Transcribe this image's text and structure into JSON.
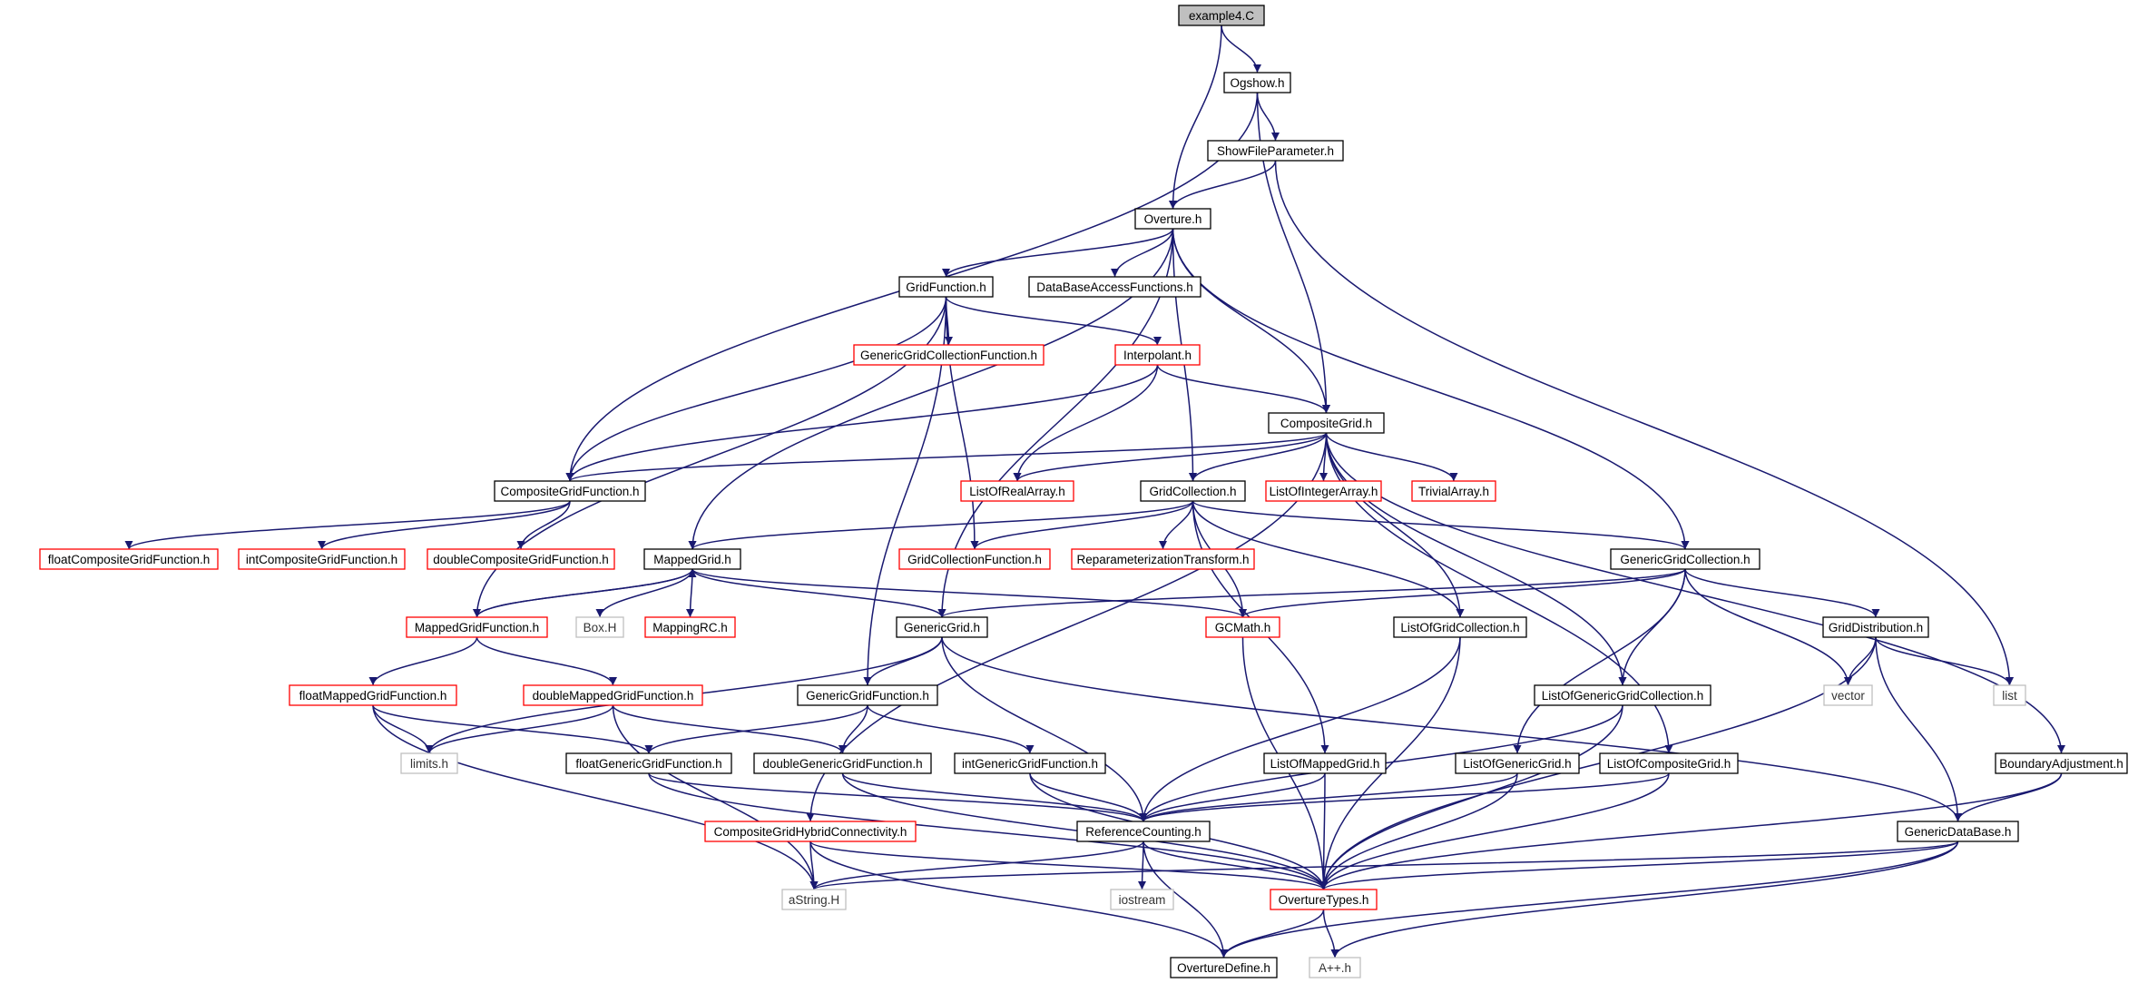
{
  "colors": {
    "edge": "#191970",
    "border_normal": "#000000",
    "border_incomplete": "#ff0000",
    "border_external": "#bfbfbf",
    "root_fill": "#bfbfbf",
    "fill": "#ffffff"
  },
  "nodes": [
    {
      "id": "example4C",
      "label": "example4.C",
      "kind": "root"
    },
    {
      "id": "Ogshow",
      "label": "Ogshow.h",
      "kind": "normal"
    },
    {
      "id": "ShowFileParameter",
      "label": "ShowFileParameter.h",
      "kind": "normal"
    },
    {
      "id": "Overture",
      "label": "Overture.h",
      "kind": "normal"
    },
    {
      "id": "GridFunction",
      "label": "GridFunction.h",
      "kind": "normal"
    },
    {
      "id": "DataBaseAccessFunctions",
      "label": "DataBaseAccessFunctions.h",
      "kind": "normal"
    },
    {
      "id": "GenericGridCollectionFunction",
      "label": "GenericGridCollectionFunction.h",
      "kind": "incomplete"
    },
    {
      "id": "Interpolant",
      "label": "Interpolant.h",
      "kind": "incomplete"
    },
    {
      "id": "CompositeGrid",
      "label": "CompositeGrid.h",
      "kind": "normal"
    },
    {
      "id": "CompositeGridFunction",
      "label": "CompositeGridFunction.h",
      "kind": "normal"
    },
    {
      "id": "ListOfRealArray",
      "label": "ListOfRealArray.h",
      "kind": "incomplete"
    },
    {
      "id": "GridCollection",
      "label": "GridCollection.h",
      "kind": "normal"
    },
    {
      "id": "ListOfIntegerArray",
      "label": "ListOfIntegerArray.h",
      "kind": "incomplete"
    },
    {
      "id": "TrivialArray",
      "label": "TrivialArray.h",
      "kind": "incomplete"
    },
    {
      "id": "floatCompositeGridFunction",
      "label": "floatCompositeGridFunction.h",
      "kind": "incomplete"
    },
    {
      "id": "intCompositeGridFunction",
      "label": "intCompositeGridFunction.h",
      "kind": "incomplete"
    },
    {
      "id": "doubleCompositeGridFunction",
      "label": "doubleCompositeGridFunction.h",
      "kind": "incomplete"
    },
    {
      "id": "MappedGrid",
      "label": "MappedGrid.h",
      "kind": "normal"
    },
    {
      "id": "GridCollectionFunction",
      "label": "GridCollectionFunction.h",
      "kind": "incomplete"
    },
    {
      "id": "ReparameterizationTransform",
      "label": "ReparameterizationTransform.h",
      "kind": "incomplete"
    },
    {
      "id": "GenericGridCollection",
      "label": "GenericGridCollection.h",
      "kind": "normal"
    },
    {
      "id": "MappedGridFunction",
      "label": "MappedGridFunction.h",
      "kind": "incomplete"
    },
    {
      "id": "BoxH",
      "label": "Box.H",
      "kind": "external"
    },
    {
      "id": "MappingRC",
      "label": "MappingRC.h",
      "kind": "incomplete"
    },
    {
      "id": "GenericGrid",
      "label": "GenericGrid.h",
      "kind": "normal"
    },
    {
      "id": "GCMath",
      "label": "GCMath.h",
      "kind": "incomplete"
    },
    {
      "id": "ListOfGridCollection",
      "label": "ListOfGridCollection.h",
      "kind": "normal"
    },
    {
      "id": "GridDistribution",
      "label": "GridDistribution.h",
      "kind": "normal"
    },
    {
      "id": "floatMappedGridFunction",
      "label": "floatMappedGridFunction.h",
      "kind": "incomplete"
    },
    {
      "id": "doubleMappedGridFunction",
      "label": "doubleMappedGridFunction.h",
      "kind": "incomplete"
    },
    {
      "id": "GenericGridFunction",
      "label": "GenericGridFunction.h",
      "kind": "normal"
    },
    {
      "id": "ListOfGenericGridCollection",
      "label": "ListOfGenericGridCollection.h",
      "kind": "normal"
    },
    {
      "id": "vector",
      "label": "vector",
      "kind": "external"
    },
    {
      "id": "list",
      "label": "list",
      "kind": "external"
    },
    {
      "id": "limits",
      "label": "limits.h",
      "kind": "external"
    },
    {
      "id": "floatGenericGridFunction",
      "label": "floatGenericGridFunction.h",
      "kind": "normal"
    },
    {
      "id": "doubleGenericGridFunction",
      "label": "doubleGenericGridFunction.h",
      "kind": "normal"
    },
    {
      "id": "intGenericGridFunction",
      "label": "intGenericGridFunction.h",
      "kind": "normal"
    },
    {
      "id": "ListOfMappedGrid",
      "label": "ListOfMappedGrid.h",
      "kind": "normal"
    },
    {
      "id": "ListOfGenericGrid",
      "label": "ListOfGenericGrid.h",
      "kind": "normal"
    },
    {
      "id": "ListOfCompositeGrid",
      "label": "ListOfCompositeGrid.h",
      "kind": "normal"
    },
    {
      "id": "BoundaryAdjustment",
      "label": "BoundaryAdjustment.h",
      "kind": "normal"
    },
    {
      "id": "CompositeGridHybridConnectivity",
      "label": "CompositeGridHybridConnectivity.h",
      "kind": "incomplete"
    },
    {
      "id": "ReferenceCounting",
      "label": "ReferenceCounting.h",
      "kind": "normal"
    },
    {
      "id": "GenericDataBase",
      "label": "GenericDataBase.h",
      "kind": "normal"
    },
    {
      "id": "aString",
      "label": "aString.H",
      "kind": "external"
    },
    {
      "id": "iostream",
      "label": "iostream",
      "kind": "external"
    },
    {
      "id": "OvertureTypes",
      "label": "OvertureTypes.h",
      "kind": "incomplete"
    },
    {
      "id": "OvertureDefine",
      "label": "OvertureDefine.h",
      "kind": "normal"
    },
    {
      "id": "Aplusplus",
      "label": "A++.h",
      "kind": "external"
    }
  ],
  "edges": [
    [
      "example4C",
      "Ogshow"
    ],
    [
      "example4C",
      "Overture"
    ],
    [
      "Ogshow",
      "ShowFileParameter"
    ],
    [
      "Ogshow",
      "CompositeGridFunction"
    ],
    [
      "Ogshow",
      "CompositeGrid"
    ],
    [
      "ShowFileParameter",
      "Overture"
    ],
    [
      "ShowFileParameter",
      "list"
    ],
    [
      "Overture",
      "GridFunction"
    ],
    [
      "Overture",
      "DataBaseAccessFunctions"
    ],
    [
      "Overture",
      "MappedGrid"
    ],
    [
      "Overture",
      "GenericGrid"
    ],
    [
      "Overture",
      "GridCollection"
    ],
    [
      "Overture",
      "CompositeGrid"
    ],
    [
      "Overture",
      "GenericGridCollection"
    ],
    [
      "GridFunction",
      "GenericGridCollectionFunction"
    ],
    [
      "GridFunction",
      "Interpolant"
    ],
    [
      "GridFunction",
      "CompositeGridFunction"
    ],
    [
      "GridFunction",
      "GridCollectionFunction"
    ],
    [
      "GridFunction",
      "MappedGridFunction"
    ],
    [
      "GridFunction",
      "GenericGridFunction"
    ],
    [
      "Interpolant",
      "CompositeGrid"
    ],
    [
      "Interpolant",
      "CompositeGridFunction"
    ],
    [
      "Interpolant",
      "ListOfRealArray"
    ],
    [
      "CompositeGrid",
      "CompositeGridFunction"
    ],
    [
      "CompositeGrid",
      "ListOfRealArray"
    ],
    [
      "CompositeGrid",
      "GridCollection"
    ],
    [
      "CompositeGrid",
      "ListOfIntegerArray"
    ],
    [
      "CompositeGrid",
      "TrivialArray"
    ],
    [
      "CompositeGrid",
      "ListOfGridCollection"
    ],
    [
      "CompositeGrid",
      "ListOfGenericGridCollection"
    ],
    [
      "CompositeGrid",
      "ListOfCompositeGrid"
    ],
    [
      "CompositeGrid",
      "BoundaryAdjustment"
    ],
    [
      "CompositeGrid",
      "CompositeGridHybridConnectivity"
    ],
    [
      "CompositeGridFunction",
      "floatCompositeGridFunction"
    ],
    [
      "CompositeGridFunction",
      "intCompositeGridFunction"
    ],
    [
      "CompositeGridFunction",
      "doubleCompositeGridFunction"
    ],
    [
      "GridCollection",
      "MappedGrid"
    ],
    [
      "GridCollection",
      "GridCollectionFunction"
    ],
    [
      "GridCollection",
      "ReparameterizationTransform"
    ],
    [
      "GridCollection",
      "GCMath"
    ],
    [
      "GridCollection",
      "ListOfMappedGrid"
    ],
    [
      "GridCollection",
      "ListOfGridCollection"
    ],
    [
      "GridCollection",
      "GenericGridCollection"
    ],
    [
      "GenericGridCollection",
      "GenericGrid"
    ],
    [
      "GenericGridCollection",
      "GCMath"
    ],
    [
      "GenericGridCollection",
      "GridDistribution"
    ],
    [
      "GenericGridCollection",
      "vector"
    ],
    [
      "GenericGridCollection",
      "ListOfGenericGridCollection"
    ],
    [
      "GenericGridCollection",
      "ListOfGenericGrid"
    ],
    [
      "MappedGrid",
      "MappedGridFunction"
    ],
    [
      "MappedGrid",
      "BoxH"
    ],
    [
      "MappedGrid",
      "MappingRC"
    ],
    [
      "MappedGrid",
      "GenericGrid"
    ],
    [
      "MappedGrid",
      "GCMath"
    ],
    [
      "MappedGridFunction",
      "MappedGrid"
    ],
    [
      "MappedGridFunction",
      "floatMappedGridFunction"
    ],
    [
      "MappedGridFunction",
      "doubleMappedGridFunction"
    ],
    [
      "GenericGrid",
      "GenericGridFunction"
    ],
    [
      "GenericGrid",
      "limits"
    ],
    [
      "GenericGrid",
      "ReferenceCounting"
    ],
    [
      "GenericGrid",
      "GenericDataBase"
    ],
    [
      "GCMath",
      "OvertureTypes"
    ],
    [
      "ListOfGridCollection",
      "ReferenceCounting"
    ],
    [
      "ListOfGridCollection",
      "OvertureTypes"
    ],
    [
      "GridDistribution",
      "vector"
    ],
    [
      "GridDistribution",
      "list"
    ],
    [
      "GridDistribution",
      "GenericDataBase"
    ],
    [
      "GridDistribution",
      "OvertureTypes"
    ],
    [
      "floatMappedGridFunction",
      "limits"
    ],
    [
      "floatMappedGridFunction",
      "floatGenericGridFunction"
    ],
    [
      "floatMappedGridFunction",
      "aString"
    ],
    [
      "doubleMappedGridFunction",
      "limits"
    ],
    [
      "doubleMappedGridFunction",
      "doubleGenericGridFunction"
    ],
    [
      "doubleMappedGridFunction",
      "aString"
    ],
    [
      "GenericGridFunction",
      "floatGenericGridFunction"
    ],
    [
      "GenericGridFunction",
      "doubleGenericGridFunction"
    ],
    [
      "GenericGridFunction",
      "intGenericGridFunction"
    ],
    [
      "ListOfGenericGridCollection",
      "ReferenceCounting"
    ],
    [
      "ListOfGenericGridCollection",
      "OvertureTypes"
    ],
    [
      "floatGenericGridFunction",
      "ReferenceCounting"
    ],
    [
      "floatGenericGridFunction",
      "OvertureTypes"
    ],
    [
      "doubleGenericGridFunction",
      "ReferenceCounting"
    ],
    [
      "doubleGenericGridFunction",
      "OvertureTypes"
    ],
    [
      "intGenericGridFunction",
      "ReferenceCounting"
    ],
    [
      "intGenericGridFunction",
      "OvertureTypes"
    ],
    [
      "ListOfMappedGrid",
      "ReferenceCounting"
    ],
    [
      "ListOfMappedGrid",
      "OvertureTypes"
    ],
    [
      "ListOfGenericGrid",
      "ReferenceCounting"
    ],
    [
      "ListOfGenericGrid",
      "OvertureTypes"
    ],
    [
      "ListOfCompositeGrid",
      "ReferenceCounting"
    ],
    [
      "ListOfCompositeGrid",
      "OvertureTypes"
    ],
    [
      "BoundaryAdjustment",
      "GenericDataBase"
    ],
    [
      "BoundaryAdjustment",
      "OvertureTypes"
    ],
    [
      "CompositeGridHybridConnectivity",
      "aString"
    ],
    [
      "CompositeGridHybridConnectivity",
      "OvertureTypes"
    ],
    [
      "CompositeGridHybridConnectivity",
      "OvertureDefine"
    ],
    [
      "ReferenceCounting",
      "aString"
    ],
    [
      "ReferenceCounting",
      "iostream"
    ],
    [
      "ReferenceCounting",
      "OvertureTypes"
    ],
    [
      "ReferenceCounting",
      "OvertureDefine"
    ],
    [
      "GenericDataBase",
      "aString"
    ],
    [
      "GenericDataBase",
      "OvertureTypes"
    ],
    [
      "GenericDataBase",
      "OvertureDefine"
    ],
    [
      "GenericDataBase",
      "Aplusplus"
    ],
    [
      "OvertureTypes",
      "OvertureDefine"
    ],
    [
      "OvertureTypes",
      "Aplusplus"
    ]
  ]
}
